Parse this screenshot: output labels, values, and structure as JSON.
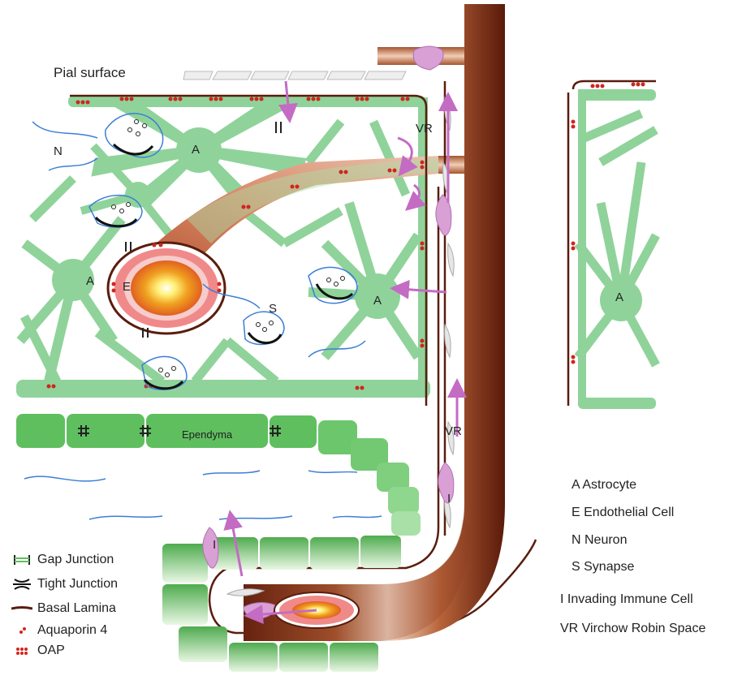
{
  "labels": {
    "pial_surface": "Pial surface",
    "neuron": "N",
    "astro_1": "A",
    "astro_2": "A",
    "astro_3": "A",
    "astro_4": "A",
    "endothelial": "E",
    "synapse": "S",
    "vr_top": "VR",
    "vr_bottom": "VR",
    "ependyma": "Ependyma",
    "immune_1": "I",
    "immune_2": "I"
  },
  "legend": {
    "gap_junction": "Gap Junction",
    "tight_junction": "Tight Junction",
    "basal_lamina": "Basal Lamina",
    "aquaporin": "Aquaporin 4",
    "oap": "OAP"
  },
  "key": [
    "A Astrocyte",
    "E Endothelial Cell",
    "N Neuron",
    "S Synapse",
    "I Invading Immune Cell",
    "VR Virchow Robin Space"
  ],
  "colors": {
    "astrocyte_green": "#8fd39a",
    "ependyma_green": "#5fbf5f",
    "vessel_brown": "#8b3a1e",
    "vessel_light": "#f2d2bf",
    "aqp_red": "#d0251f",
    "arrow_pink": "#c46bc4",
    "immune_pink": "#d9a0d6",
    "basal_lamina": "#5a1d0e",
    "neuron_blue": "#3b7fd6"
  }
}
